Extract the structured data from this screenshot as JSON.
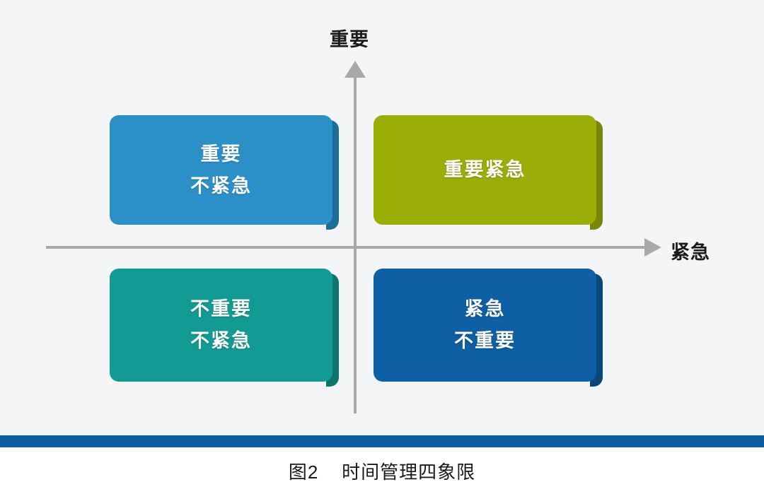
{
  "figure": {
    "caption_label": "图2",
    "caption_title": "时间管理四象限",
    "caption_full": "图2    时间管理四象限"
  },
  "axes": {
    "vertical_label": "重要",
    "horizontal_label": "紧急",
    "axis_color": "#a9a9a9"
  },
  "quadrants": [
    {
      "id": "important-not-urgent",
      "position": "top-left",
      "lines": [
        "重要",
        "不紧急"
      ],
      "line1": "重要",
      "line2": "不紧急",
      "color": "#2b90c8",
      "shadow_color": "#1d6d99"
    },
    {
      "id": "important-urgent",
      "position": "top-right",
      "lines": [
        "重要紧急"
      ],
      "line1": "重要紧急",
      "line2": "",
      "color": "#9bae07",
      "shadow_color": "#78870a"
    },
    {
      "id": "not-important-not-urgent",
      "position": "bottom-left",
      "lines": [
        "不重要",
        "不紧急"
      ],
      "line1": "不重要",
      "line2": "不紧急",
      "color": "#119b94",
      "shadow_color": "#0b7670"
    },
    {
      "id": "urgent-not-important",
      "position": "bottom-right",
      "lines": [
        "紧急",
        "不重要"
      ],
      "line1": "紧急",
      "line2": "不重要",
      "color": "#0e5fa4",
      "shadow_color": "#0a4678"
    }
  ],
  "decoration": {
    "bottom_rule_color": "#0b5ca1",
    "background_color": "#f4f5f6",
    "caption_background": "#ffffff"
  }
}
